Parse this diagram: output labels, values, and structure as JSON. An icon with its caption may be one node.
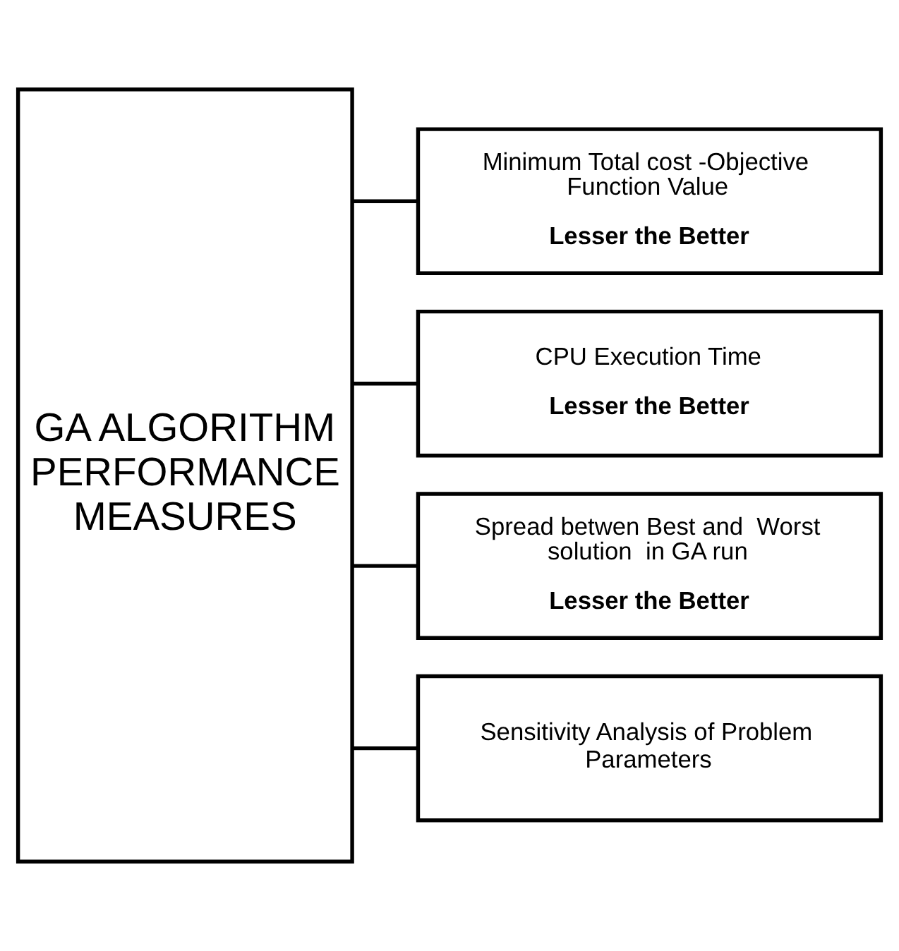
{
  "diagram": {
    "nodes": [
      {
        "text": [
          "GA ALGORITHM PERFORMANCE MEASURES"
        ]
      },
      {
        "text": [
          "Minimum Total cost -Objective Function Value",
          "Lesser the Better"
        ]
      },
      {
        "text": [
          "CPU Execution Time",
          "Lesser the Better"
        ]
      },
      {
        "text": [
          "Spread betwen Best and  Worst solution  in GA run",
          "Lesser the Better"
        ]
      },
      {
        "text": [
          "Sensitivity Analysis of Problem Parameters"
        ]
      }
    ],
    "edges": [
      {
        "from": 0,
        "to": 1,
        "arrow": "none"
      },
      {
        "from": 0,
        "to": 2,
        "arrow": "none"
      },
      {
        "from": 0,
        "to": 3,
        "arrow": "none"
      },
      {
        "from": 0,
        "to": 4,
        "arrow": "none"
      }
    ]
  }
}
